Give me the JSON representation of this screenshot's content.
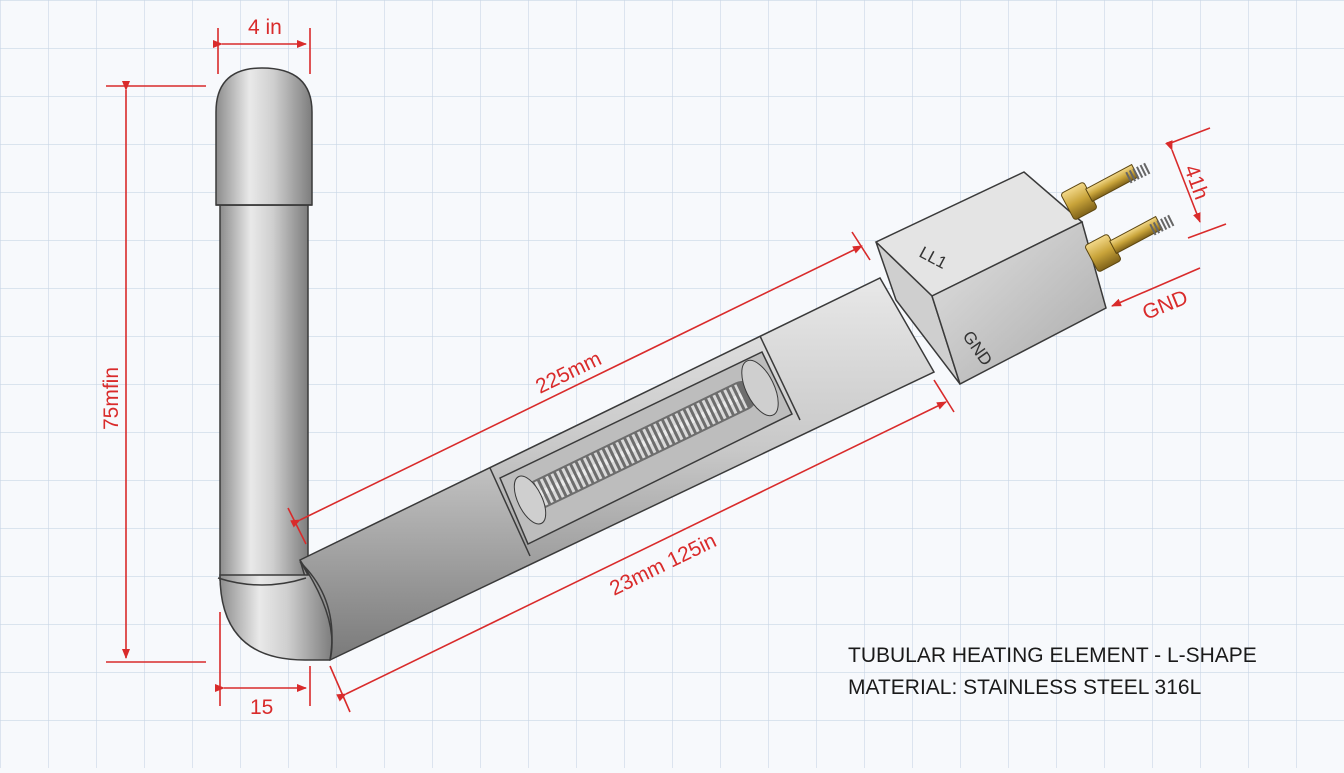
{
  "colors": {
    "grid": "#c9d6e6",
    "dimension": "#d92b2b",
    "steel_light": "#e6e6e6",
    "steel_dark": "#8a8a8a",
    "brass": "#c9a43a",
    "text": "#1a1a1a"
  },
  "dimensions": {
    "top_width": "4 in",
    "vertical_height": "75mfin",
    "bottom_width": "15",
    "upper_length": "225mm",
    "lower_length": "23mm 125in",
    "terminal_spacing": "41h",
    "gnd_pointer": "GND"
  },
  "markings": {
    "terminal_l1": "LL1",
    "terminal_gnd": "GND"
  },
  "caption": {
    "line1": "TUBULAR HEATING ELEMENT - L-SHAPE",
    "line2": "MATERIAL: STAINLESS STEEL 316L"
  }
}
